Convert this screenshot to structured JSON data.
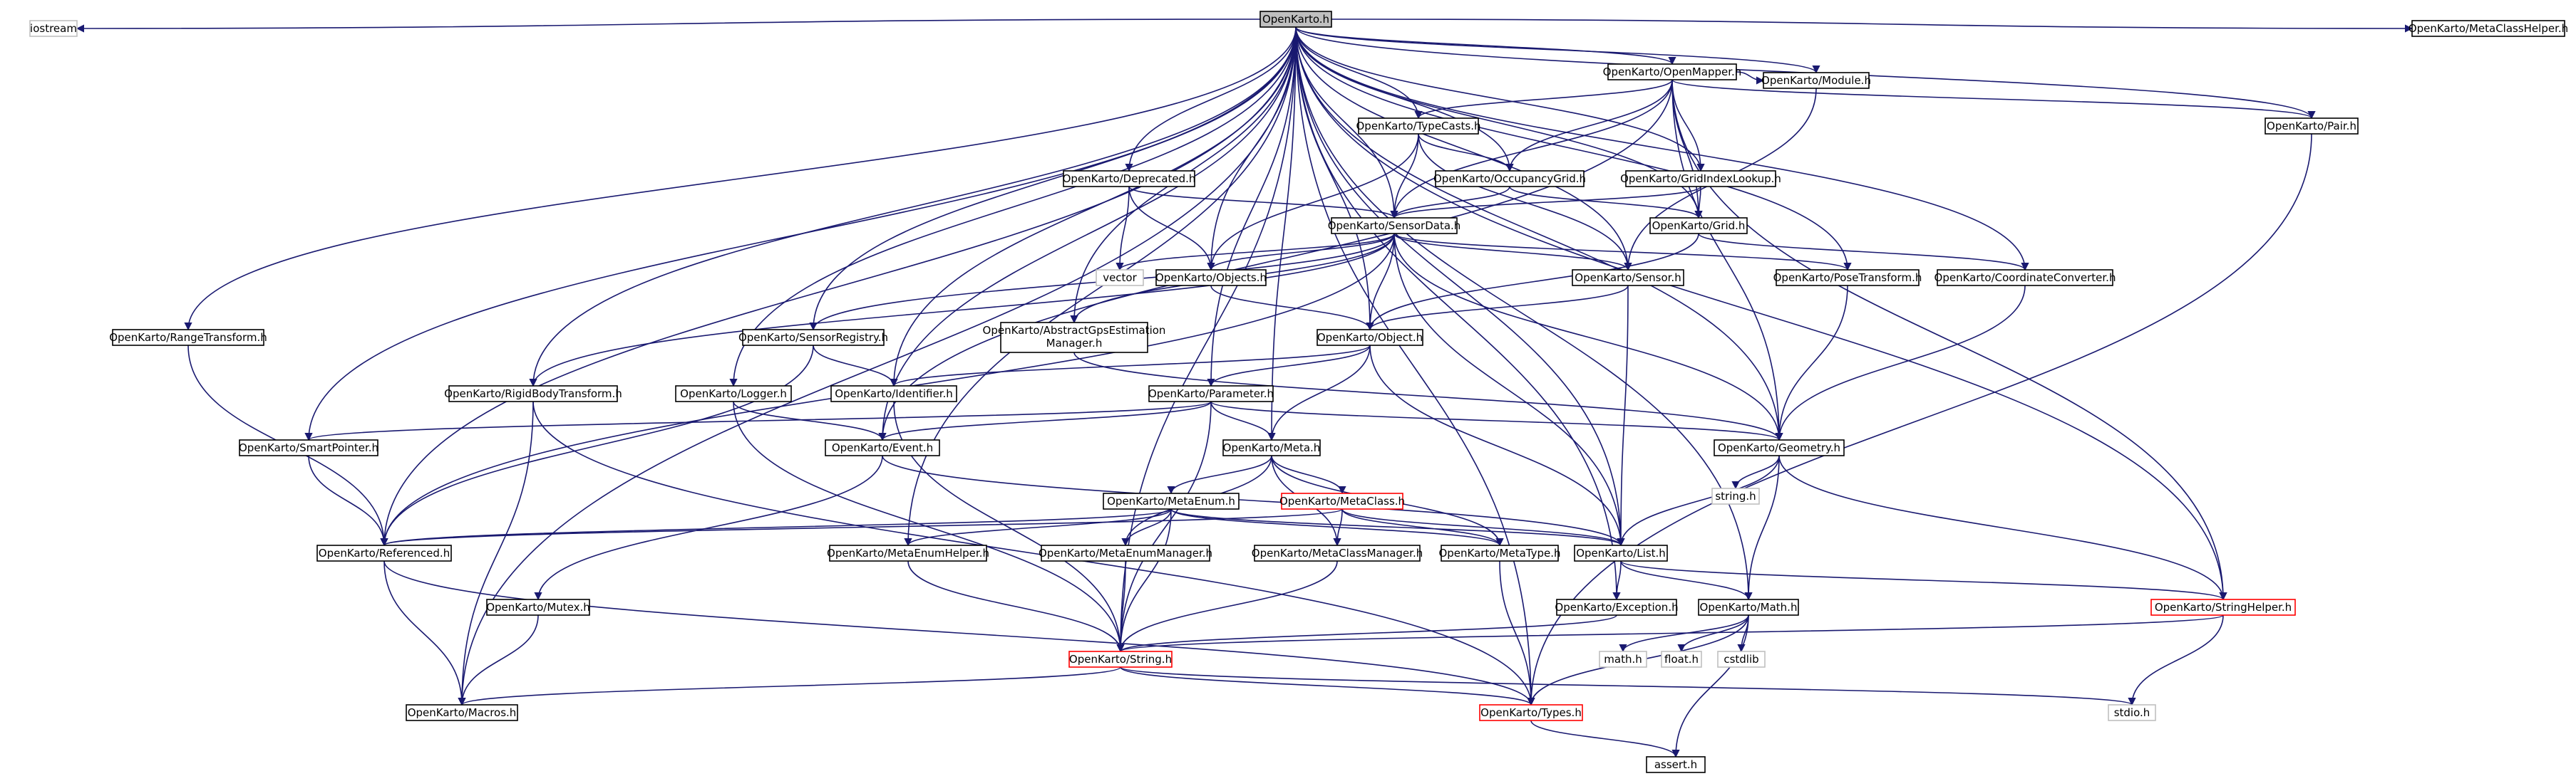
{
  "colors": {
    "edge": "#191970",
    "box_border": "#000000",
    "box_missing_border": "#c0c0c0",
    "box_truncated_border": "#ff0000",
    "root_fill": "#bfbfbf",
    "box_fill": "#ffffff",
    "text": "#000000"
  },
  "nodes": [
    {
      "id": "root",
      "label": "OpenKarto.h",
      "kind": "root"
    },
    {
      "id": "iostream",
      "label": "iostream",
      "kind": "missing"
    },
    {
      "id": "metaclasshelper",
      "label": "OpenKarto/MetaClassHelper.h",
      "kind": "normal"
    },
    {
      "id": "openmapper",
      "label": "OpenKarto/OpenMapper.h",
      "kind": "normal"
    },
    {
      "id": "typecasts",
      "label": "OpenKarto/TypeCasts.h",
      "kind": "normal"
    },
    {
      "id": "module",
      "label": "OpenKarto/Module.h",
      "kind": "normal"
    },
    {
      "id": "pair",
      "label": "OpenKarto/Pair.h",
      "kind": "normal"
    },
    {
      "id": "deprecated",
      "label": "OpenKarto/Deprecated.h",
      "kind": "normal"
    },
    {
      "id": "occgrid",
      "label": "OpenKarto/OccupancyGrid.h",
      "kind": "normal"
    },
    {
      "id": "gridindex",
      "label": "OpenKarto/GridIndexLookup.h",
      "kind": "normal"
    },
    {
      "id": "sensordata",
      "label": "OpenKarto/SensorData.h",
      "kind": "normal"
    },
    {
      "id": "grid",
      "label": "OpenKarto/Grid.h",
      "kind": "normal"
    },
    {
      "id": "vector",
      "label": "vector",
      "kind": "missing"
    },
    {
      "id": "objects",
      "label": "OpenKarto/Objects.h",
      "kind": "normal"
    },
    {
      "id": "sensor",
      "label": "OpenKarto/Sensor.h",
      "kind": "normal"
    },
    {
      "id": "posetransform",
      "label": "OpenKarto/PoseTransform.h",
      "kind": "normal"
    },
    {
      "id": "coordconv",
      "label": "OpenKarto/CoordinateConverter.h",
      "kind": "normal"
    },
    {
      "id": "rangetransform",
      "label": "OpenKarto/RangeTransform.h",
      "kind": "normal"
    },
    {
      "id": "sensorregistry",
      "label": "OpenKarto/SensorRegistry.h",
      "kind": "normal"
    },
    {
      "id": "agps",
      "label": "OpenKarto/AbstractGpsEstimation",
      "label2": "Manager.h",
      "kind": "normal"
    },
    {
      "id": "object",
      "label": "OpenKarto/Object.h",
      "kind": "normal"
    },
    {
      "id": "rigidbody",
      "label": "OpenKarto/RigidBodyTransform.h",
      "kind": "normal"
    },
    {
      "id": "logger",
      "label": "OpenKarto/Logger.h",
      "kind": "normal"
    },
    {
      "id": "identifier",
      "label": "OpenKarto/Identifier.h",
      "kind": "normal"
    },
    {
      "id": "parameter",
      "label": "OpenKarto/Parameter.h",
      "kind": "normal"
    },
    {
      "id": "smartpointer",
      "label": "OpenKarto/SmartPointer.h",
      "kind": "normal"
    },
    {
      "id": "event",
      "label": "OpenKarto/Event.h",
      "kind": "normal"
    },
    {
      "id": "meta",
      "label": "OpenKarto/Meta.h",
      "kind": "normal"
    },
    {
      "id": "geometry",
      "label": "OpenKarto/Geometry.h",
      "kind": "normal"
    },
    {
      "id": "stringh",
      "label": "string.h",
      "kind": "missing"
    },
    {
      "id": "metaenum",
      "label": "OpenKarto/MetaEnum.h",
      "kind": "normal"
    },
    {
      "id": "metaclass",
      "label": "OpenKarto/MetaClass.h",
      "kind": "truncated"
    },
    {
      "id": "referenced",
      "label": "OpenKarto/Referenced.h",
      "kind": "normal"
    },
    {
      "id": "metaenumhelper",
      "label": "OpenKarto/MetaEnumHelper.h",
      "kind": "normal"
    },
    {
      "id": "metaenummanager",
      "label": "OpenKarto/MetaEnumManager.h",
      "kind": "normal"
    },
    {
      "id": "metaclassmanager",
      "label": "OpenKarto/MetaClassManager.h",
      "kind": "normal"
    },
    {
      "id": "metatype",
      "label": "OpenKarto/MetaType.h",
      "kind": "normal"
    },
    {
      "id": "list",
      "label": "OpenKarto/List.h",
      "kind": "normal"
    },
    {
      "id": "mutex",
      "label": "OpenKarto/Mutex.h",
      "kind": "normal"
    },
    {
      "id": "exception",
      "label": "OpenKarto/Exception.h",
      "kind": "normal"
    },
    {
      "id": "math",
      "label": "OpenKarto/Math.h",
      "kind": "normal"
    },
    {
      "id": "stringhelper",
      "label": "OpenKarto/StringHelper.h",
      "kind": "truncated"
    },
    {
      "id": "mathh",
      "label": "math.h",
      "kind": "missing"
    },
    {
      "id": "floath",
      "label": "float.h",
      "kind": "missing"
    },
    {
      "id": "cstdlib",
      "label": "cstdlib",
      "kind": "missing"
    },
    {
      "id": "string",
      "label": "OpenKarto/String.h",
      "kind": "truncated"
    },
    {
      "id": "macros",
      "label": "OpenKarto/Macros.h",
      "kind": "normal"
    },
    {
      "id": "types",
      "label": "OpenKarto/Types.h",
      "kind": "truncated"
    },
    {
      "id": "stdio",
      "label": "stdio.h",
      "kind": "missing"
    },
    {
      "id": "assert",
      "label": "assert.h",
      "kind": "normal"
    }
  ],
  "edges": [
    [
      "root",
      "iostream"
    ],
    [
      "root",
      "metaclasshelper"
    ],
    [
      "root",
      "openmapper"
    ],
    [
      "root",
      "typecasts"
    ],
    [
      "root",
      "module"
    ],
    [
      "root",
      "pair"
    ],
    [
      "root",
      "deprecated"
    ],
    [
      "root",
      "occgrid"
    ],
    [
      "root",
      "gridindex"
    ],
    [
      "root",
      "sensordata"
    ],
    [
      "root",
      "grid"
    ],
    [
      "root",
      "objects"
    ],
    [
      "root",
      "sensor"
    ],
    [
      "root",
      "posetransform"
    ],
    [
      "root",
      "coordconv"
    ],
    [
      "root",
      "rangetransform"
    ],
    [
      "root",
      "sensorregistry"
    ],
    [
      "root",
      "agps"
    ],
    [
      "root",
      "object"
    ],
    [
      "root",
      "rigidbody"
    ],
    [
      "root",
      "logger"
    ],
    [
      "root",
      "identifier"
    ],
    [
      "root",
      "parameter"
    ],
    [
      "root",
      "smartpointer"
    ],
    [
      "root",
      "event"
    ],
    [
      "root",
      "meta"
    ],
    [
      "root",
      "geometry"
    ],
    [
      "root",
      "referenced"
    ],
    [
      "root",
      "metaenumhelper"
    ],
    [
      "root",
      "list"
    ],
    [
      "root",
      "exception"
    ],
    [
      "root",
      "math"
    ],
    [
      "root",
      "stringhelper"
    ],
    [
      "root",
      "string"
    ],
    [
      "root",
      "macros"
    ],
    [
      "root",
      "types"
    ],
    [
      "openmapper",
      "typecasts"
    ],
    [
      "openmapper",
      "module"
    ],
    [
      "openmapper",
      "pair"
    ],
    [
      "openmapper",
      "occgrid"
    ],
    [
      "openmapper",
      "gridindex"
    ],
    [
      "openmapper",
      "sensordata"
    ],
    [
      "openmapper",
      "grid"
    ],
    [
      "openmapper",
      "event"
    ],
    [
      "openmapper",
      "geometry"
    ],
    [
      "openmapper",
      "stringhelper"
    ],
    [
      "typecasts",
      "occgrid"
    ],
    [
      "typecasts",
      "sensordata"
    ],
    [
      "typecasts",
      "objects"
    ],
    [
      "typecasts",
      "sensor"
    ],
    [
      "module",
      "sensor"
    ],
    [
      "pair",
      "types"
    ],
    [
      "deprecated",
      "sensordata"
    ],
    [
      "deprecated",
      "vector"
    ],
    [
      "deprecated",
      "objects"
    ],
    [
      "occgrid",
      "grid"
    ],
    [
      "occgrid",
      "sensordata"
    ],
    [
      "gridindex",
      "grid"
    ],
    [
      "gridindex",
      "sensordata"
    ],
    [
      "grid",
      "object"
    ],
    [
      "grid",
      "coordconv"
    ],
    [
      "sensordata",
      "vector"
    ],
    [
      "sensordata",
      "objects"
    ],
    [
      "sensordata",
      "sensor"
    ],
    [
      "sensordata",
      "posetransform"
    ],
    [
      "sensordata",
      "sensorregistry"
    ],
    [
      "sensordata",
      "agps"
    ],
    [
      "sensordata",
      "object"
    ],
    [
      "sensordata",
      "rigidbody"
    ],
    [
      "sensordata",
      "geometry"
    ],
    [
      "sensordata",
      "list"
    ],
    [
      "sensordata",
      "referenced"
    ],
    [
      "objects",
      "object"
    ],
    [
      "sensor",
      "object"
    ],
    [
      "sensor",
      "list"
    ],
    [
      "posetransform",
      "geometry"
    ],
    [
      "coordconv",
      "geometry"
    ],
    [
      "rangetransform",
      "referenced"
    ],
    [
      "sensorregistry",
      "identifier"
    ],
    [
      "sensorregistry",
      "referenced"
    ],
    [
      "agps",
      "geometry"
    ],
    [
      "object",
      "identifier"
    ],
    [
      "object",
      "parameter"
    ],
    [
      "object",
      "meta"
    ],
    [
      "object",
      "list"
    ],
    [
      "rigidbody",
      "macros"
    ],
    [
      "rigidbody",
      "types"
    ],
    [
      "logger",
      "event"
    ],
    [
      "logger",
      "string"
    ],
    [
      "identifier",
      "string"
    ],
    [
      "parameter",
      "event"
    ],
    [
      "parameter",
      "smartpointer"
    ],
    [
      "parameter",
      "meta"
    ],
    [
      "parameter",
      "geometry"
    ],
    [
      "parameter",
      "string"
    ],
    [
      "smartpointer",
      "referenced"
    ],
    [
      "event",
      "mutex"
    ],
    [
      "event",
      "list"
    ],
    [
      "meta",
      "metaenum"
    ],
    [
      "meta",
      "metaclass"
    ],
    [
      "meta",
      "metaenummanager"
    ],
    [
      "meta",
      "metaclassmanager"
    ],
    [
      "meta",
      "metatype"
    ],
    [
      "geometry",
      "stringh"
    ],
    [
      "geometry",
      "list"
    ],
    [
      "geometry",
      "math"
    ],
    [
      "geometry",
      "stringhelper"
    ],
    [
      "metaenum",
      "referenced"
    ],
    [
      "metaenum",
      "metaenumhelper"
    ],
    [
      "metaenum",
      "metaenummanager"
    ],
    [
      "metaenum",
      "metatype"
    ],
    [
      "metaenum",
      "list"
    ],
    [
      "metaenum",
      "string"
    ],
    [
      "metaclass",
      "referenced"
    ],
    [
      "metaclass",
      "metaclassmanager"
    ],
    [
      "metaclass",
      "metatype"
    ],
    [
      "metaclass",
      "list"
    ],
    [
      "referenced",
      "macros"
    ],
    [
      "referenced",
      "types"
    ],
    [
      "metaenumhelper",
      "string"
    ],
    [
      "metaenummanager",
      "string"
    ],
    [
      "metaclassmanager",
      "string"
    ],
    [
      "metatype",
      "types"
    ],
    [
      "list",
      "exception"
    ],
    [
      "list",
      "math"
    ],
    [
      "list",
      "stringhelper"
    ],
    [
      "mutex",
      "macros"
    ],
    [
      "exception",
      "string"
    ],
    [
      "math",
      "mathh"
    ],
    [
      "math",
      "floath"
    ],
    [
      "math",
      "cstdlib"
    ],
    [
      "math",
      "types"
    ],
    [
      "math",
      "assert"
    ],
    [
      "stringhelper",
      "string"
    ],
    [
      "stringhelper",
      "stdio"
    ],
    [
      "string",
      "macros"
    ],
    [
      "string",
      "types"
    ],
    [
      "string",
      "stdio"
    ],
    [
      "types",
      "assert"
    ]
  ]
}
